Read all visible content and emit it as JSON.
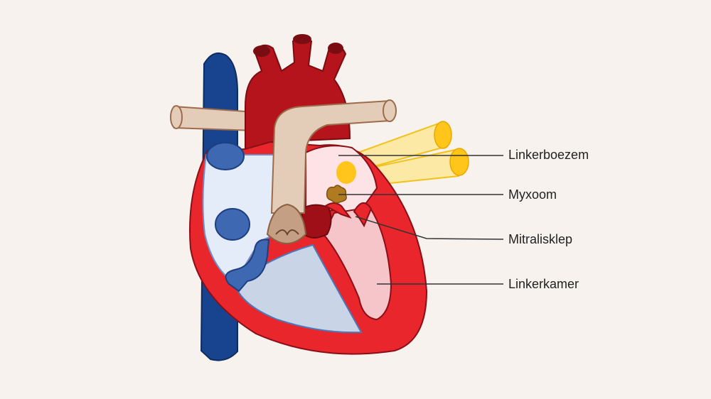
{
  "labels": {
    "left_atrium": "Linkerboezem",
    "myxoma": "Myxoom",
    "mitral_valve": "Mitralisklep",
    "left_ventricle": "Linkerkamer"
  },
  "colors": {
    "background": "#f7f2ed",
    "muscle": "#e8262c",
    "aorta": "#b5141c",
    "vein_blue": "#17438f",
    "right_chamber": "#e3ecf8",
    "right_ventricle": "#c9d5e6",
    "left_chamber": "#f6c5c9",
    "pulmonary_artery": "#e3cdb9",
    "pulmonary_veins": "#ffc51a",
    "myxoma": "#b07a20",
    "leader_line": "#333333"
  }
}
